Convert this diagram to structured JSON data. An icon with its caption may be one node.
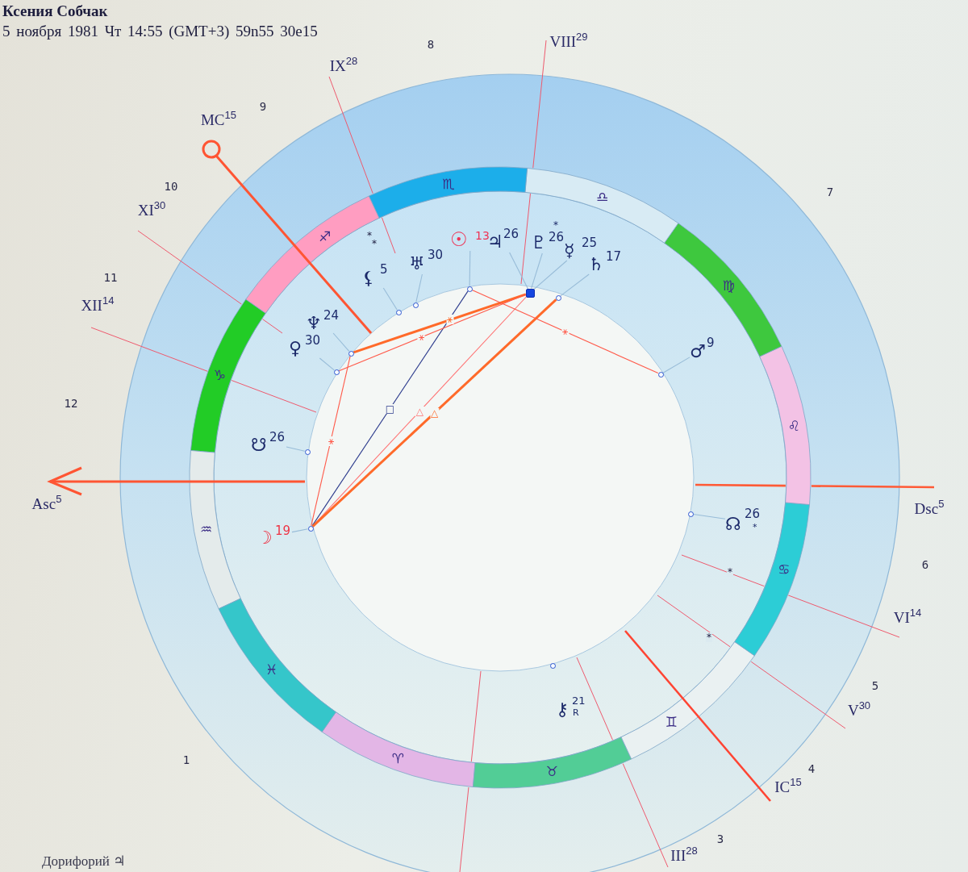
{
  "diagram": {
    "title": "Ксения Собчак",
    "nodes": [
      {
        "text": [
          "☉",
          "13"
        ]
      },
      {
        "text": [
          "♃",
          "26"
        ]
      },
      {
        "text": [
          "♇",
          "*",
          "26"
        ]
      },
      {
        "text": [
          "☿",
          "25"
        ]
      },
      {
        "text": [
          "♄",
          "17"
        ]
      },
      {
        "text": [
          "♅",
          "30"
        ]
      },
      {
        "text": [
          "⚸",
          "5"
        ]
      },
      {
        "text": [
          "♆",
          "24"
        ]
      },
      {
        "text": [
          "♀",
          "30"
        ]
      },
      {
        "text": [
          "♂",
          "9"
        ]
      },
      {
        "text": [
          "☋",
          "26"
        ]
      },
      {
        "text": [
          "☽",
          "19"
        ]
      },
      {
        "text": [
          "☊",
          "26",
          "*"
        ]
      },
      {
        "text": [
          "⚷",
          "21",
          "R"
        ]
      },
      {
        "text": [],
        "shape": "circle"
      },
      {
        "text": [],
        "shape": "box"
      },
      {
        "text": [],
        "shape": "circle"
      },
      {
        "text": [],
        "shape": "circle"
      },
      {
        "text": [],
        "shape": "circle"
      },
      {
        "text": [],
        "shape": "circle"
      },
      {
        "text": [],
        "shape": "circle"
      },
      {
        "text": [],
        "shape": "circle"
      },
      {
        "text": [],
        "shape": "circle"
      },
      {
        "text": [],
        "shape": "circle"
      },
      {
        "text": [],
        "shape": "circle"
      },
      {
        "text": [],
        "shape": "circle"
      }
    ],
    "edges": [
      {
        "from": 0,
        "to": 14,
        "arrow": "none"
      },
      {
        "from": 1,
        "to": 15,
        "arrow": "none"
      },
      {
        "from": 2,
        "to": 15,
        "arrow": "none"
      },
      {
        "from": 3,
        "to": 15,
        "arrow": "none"
      },
      {
        "from": 4,
        "to": 16,
        "arrow": "none"
      },
      {
        "from": 5,
        "to": 17,
        "arrow": "none"
      },
      {
        "from": 6,
        "to": 18,
        "arrow": "none"
      },
      {
        "from": 7,
        "to": 19,
        "arrow": "none"
      },
      {
        "from": 8,
        "to": 20,
        "arrow": "none"
      },
      {
        "from": 9,
        "to": 21,
        "arrow": "none"
      },
      {
        "from": 10,
        "to": 22,
        "arrow": "none"
      },
      {
        "from": 11,
        "to": 23,
        "arrow": "none"
      },
      {
        "from": 12,
        "to": 24,
        "arrow": "none"
      },
      {
        "from": 23,
        "to": 14,
        "arrow": "none",
        "label": "□",
        "color": "#2b3a8c"
      },
      {
        "from": 23,
        "to": 15,
        "arrow": "none",
        "label": "△",
        "color": "#ff6f70"
      },
      {
        "from": 23,
        "to": 16,
        "arrow": "none",
        "label": "△",
        "style": "thick",
        "color": "#ff6a2a"
      },
      {
        "from": 23,
        "to": 19,
        "arrow": "none",
        "label": "⚹",
        "color": "#ff5a4a"
      },
      {
        "from": 19,
        "to": 15,
        "arrow": "none",
        "label": "⚹",
        "style": "thick",
        "color": "#ff6a2a"
      },
      {
        "from": 20,
        "to": 15,
        "arrow": "none",
        "label": "⚹",
        "color": "#ff5a4a"
      },
      {
        "from": 14,
        "to": 21,
        "arrow": "none",
        "label": "⚹",
        "color": "#ff5a4a"
      }
    ],
    "labels": [
      "5 ноября 1981 Чт 14:55 (GMT+3) 59n55 30e15",
      "VIII$^{29}$",
      "8",
      "IX$^{28}$",
      "9",
      "MC$^{15}$",
      "10",
      "7",
      "XI$^{30}$",
      "11",
      "XII$^{14}$",
      "12",
      "Asc$^{5}$",
      "Dsc$^{5}$",
      "6",
      "VI$^{14}$",
      "5",
      "V$^{30}$",
      "1",
      "4",
      "IC$^{15}$",
      "3",
      "III$^{28}$",
      "Дорифорий ♃",
      "♏",
      "♎",
      "♍",
      "♌",
      "♋",
      "♊",
      "♉",
      "♈",
      "♓",
      "♒",
      "♑",
      "♐",
      "*",
      "*",
      "*",
      "*"
    ]
  }
}
